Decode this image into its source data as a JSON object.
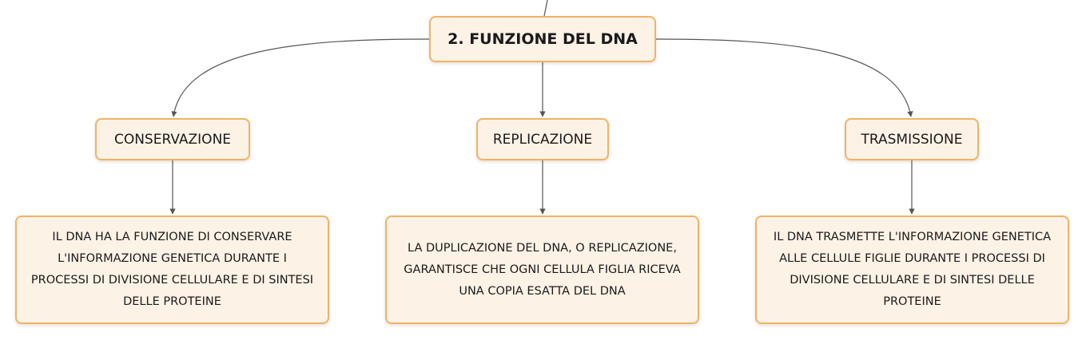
{
  "root": {
    "title": "2. FUNZIONE DEL DNA"
  },
  "branches": [
    {
      "label": "CONSERVAZIONE",
      "description": "IL DNA HA LA FUNZIONE DI CONSERVARE L'INFORMAZIONE GENETICA DURANTE I PROCESSI DI DIVISIONE CELLULARE E DI SINTESI DELLE PROTEINE"
    },
    {
      "label": "REPLICAZIONE",
      "description": "LA DUPLICAZIONE DEL DNA, O REPLICAZIONE, GARANTISCE CHE OGNI CELLULA FIGLIA RICEVA UNA COPIA ESATTA DEL DNA"
    },
    {
      "label": "TRASMISSIONE",
      "description": "IL DNA TRASMETTE L'INFORMAZIONE GENETICA ALLE CELLULE FIGLIE DURANTE I PROCESSI DI DIVISIONE CELLULARE E DI SINTESI DELLE PROTEINE"
    }
  ],
  "colors": {
    "node_fill": "#fdf2e6",
    "node_border": "#f0b366",
    "connector": "#555555"
  }
}
